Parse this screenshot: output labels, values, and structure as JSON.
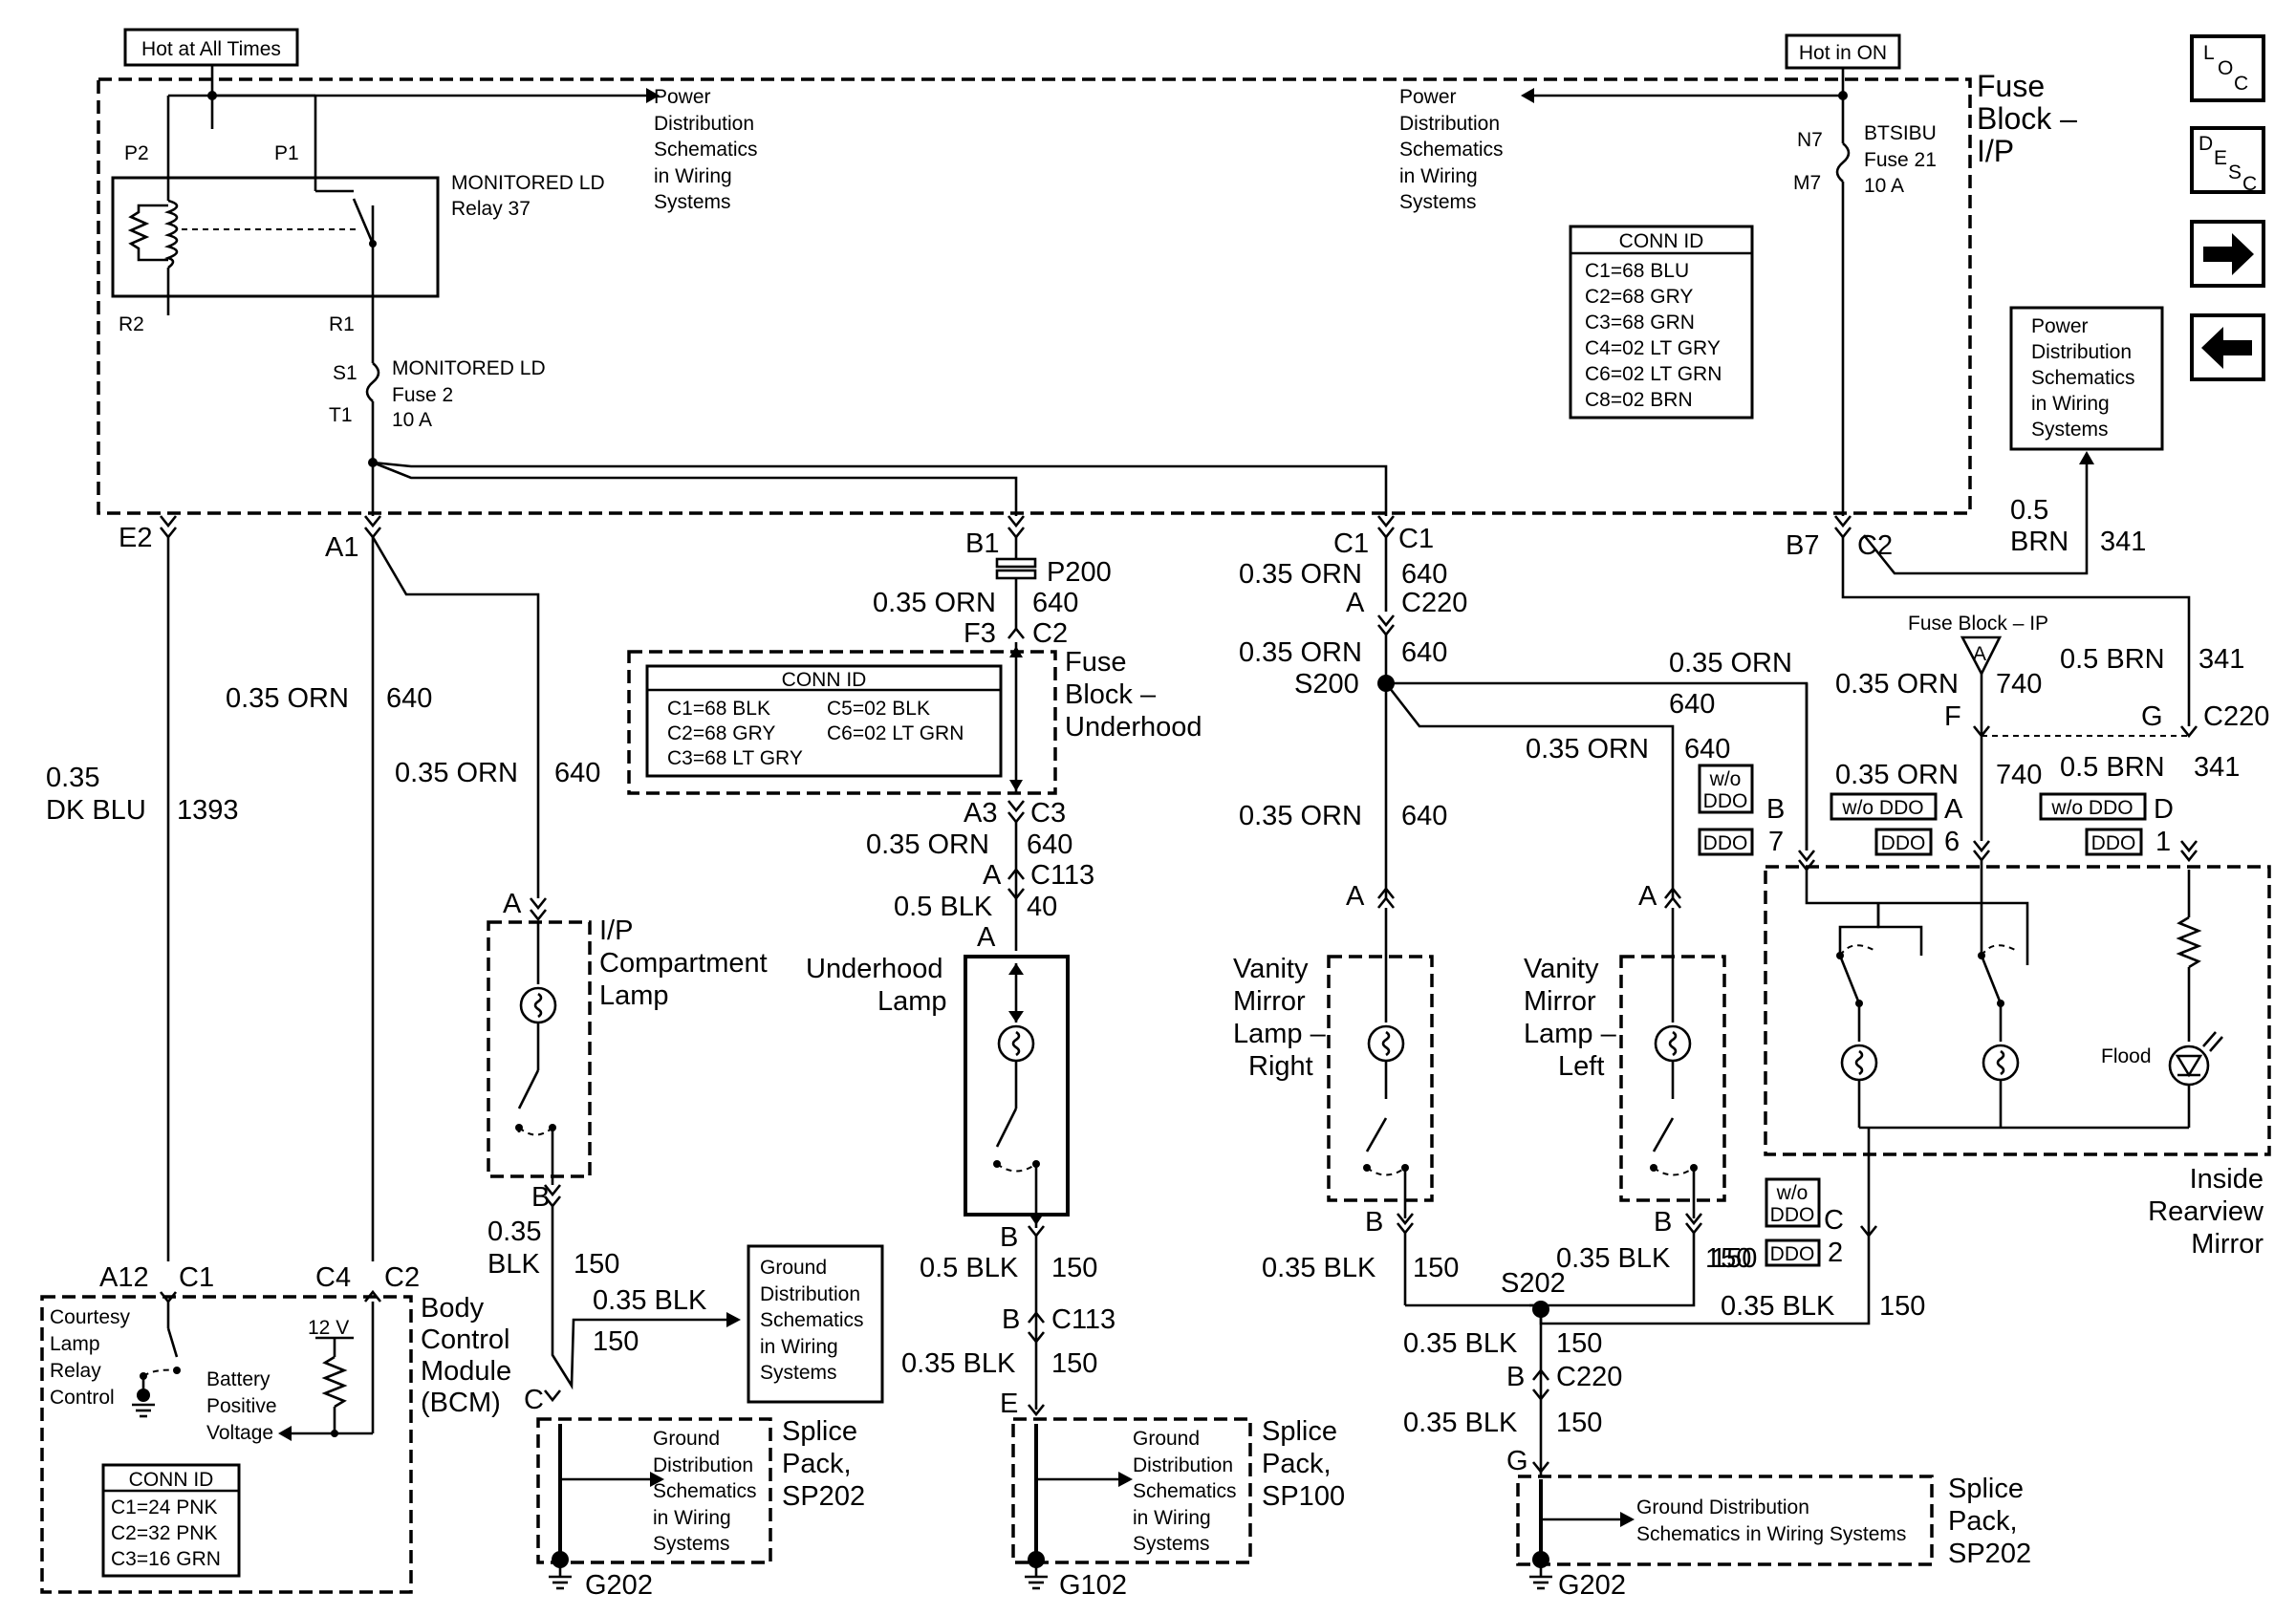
{
  "diagram": {
    "power": {
      "hot_at_all_times": "Hot at All Times",
      "hot_in_on": "Hot in ON",
      "fuse_block_ip": [
        "Fuse",
        "Block –",
        "I/P"
      ],
      "pds_lines": [
        "Power",
        "Distribution",
        "Schematics",
        "in Wiring",
        "Systems"
      ]
    },
    "relay": {
      "p2": "P2",
      "p1": "P1",
      "r2": "R2",
      "r1": "R1",
      "label": [
        "MONITORED LD",
        "Relay 37"
      ]
    },
    "fuse2": {
      "s1": "S1",
      "t1": "T1",
      "label": [
        "MONITORED LD",
        "Fuse 2",
        "10 A"
      ]
    },
    "fuse21": {
      "n7": "N7",
      "m7": "M7",
      "label": [
        "BTSIBU",
        "Fuse 21",
        "10 A"
      ]
    },
    "conn_ip": {
      "title": "CONN ID",
      "rows": [
        "C1=68 BLU",
        "C2=68 GRY",
        "C3=68 GRN",
        "C4=02 LT GRY",
        "C6=02 LT GRN",
        "C8=02 BRN"
      ]
    },
    "conn_underhood": {
      "title": "CONN ID",
      "rows": [
        "C1=68 BLK",
        "C5=02 BLK",
        "C2=68 GRY",
        "C6=02 LT GRN",
        "C3=68 LT GRY"
      ]
    },
    "conn_bcm": {
      "title": "CONN ID",
      "rows": [
        "C1=24 PNK",
        "C2=32 PNK",
        "C3=16 GRN"
      ]
    },
    "pins": {
      "e2": "E2",
      "a1": "A1",
      "b1": "B1",
      "c1": "C1",
      "c1b": "C1",
      "b7": "B7",
      "c2": "C2",
      "p200": "P200",
      "f3": "F3",
      "c2b": "C2",
      "a3": "A3",
      "c3": "C3",
      "a": "A",
      "c113": "C113",
      "a_c220": "A",
      "c220": "C220",
      "s200": "S200",
      "s202": "S202",
      "a12": "A12",
      "c1_bcm": "C1",
      "c4": "C4",
      "c2_bcm": "C2",
      "b": "B",
      "c": "C",
      "e": "E",
      "g": "G",
      "f": "F",
      "d": "D",
      "n6": "6",
      "n7": "7",
      "n1": "1",
      "n2": "2",
      "g202": "G202",
      "g102": "G102"
    },
    "wires": {
      "orn": "0.35 ORN",
      "w640": "640",
      "blu": "0.35",
      "dkblu": "DK BLU",
      "w1393": "1393",
      "blk": "0.35 BLK",
      "blk_a": "0.35",
      "blk_b": "BLK",
      "w150": "150",
      "blk05": "0.5 BLK",
      "w40": "40",
      "brn05": "0.5 BRN",
      "brn_a": "0.5",
      "brn_b": "BRN",
      "w341": "341",
      "w740": "740"
    },
    "components": {
      "fuse_block_underhood": [
        "Fuse",
        "Block –",
        "Underhood"
      ],
      "ip_lamp": [
        "I/P",
        "Compartment",
        "Lamp"
      ],
      "underhood_lamp": [
        "Underhood",
        "Lamp"
      ],
      "vanity_right": [
        "Vanity",
        "Mirror",
        "Lamp –",
        "Right"
      ],
      "vanity_left": [
        "Vanity",
        "Mirror",
        "Lamp –",
        "Left"
      ],
      "inside_mirror": [
        "Inside",
        "Rearview",
        "Mirror"
      ],
      "flood": "Flood",
      "bcm": [
        "Body",
        "Control",
        "Module",
        "(BCM)"
      ],
      "bcm_inner": [
        "Courtesy",
        "Lamp",
        "Relay",
        "Control"
      ],
      "battery_voltage": [
        "Battery",
        "Positive",
        "Voltage"
      ],
      "v12": "12 V",
      "splice_sp202": [
        "Splice",
        "Pack,",
        "SP202"
      ],
      "splice_sp100": [
        "Splice",
        "Pack,",
        "SP100"
      ],
      "gds_lines": [
        "Ground",
        "Distribution",
        "Schematics",
        "in Wiring",
        "Systems"
      ],
      "gds_wide": [
        "Ground Distribution",
        "Schematics in Wiring Systems"
      ],
      "fuse_block_ip_tag": "Fuse Block – IP",
      "wo_ddo": "w/o DDO",
      "wo": "w/o",
      "ddo": "DDO",
      "tri": "A"
    },
    "nav": {
      "loc": "LOC",
      "desc": "DESC"
    }
  }
}
